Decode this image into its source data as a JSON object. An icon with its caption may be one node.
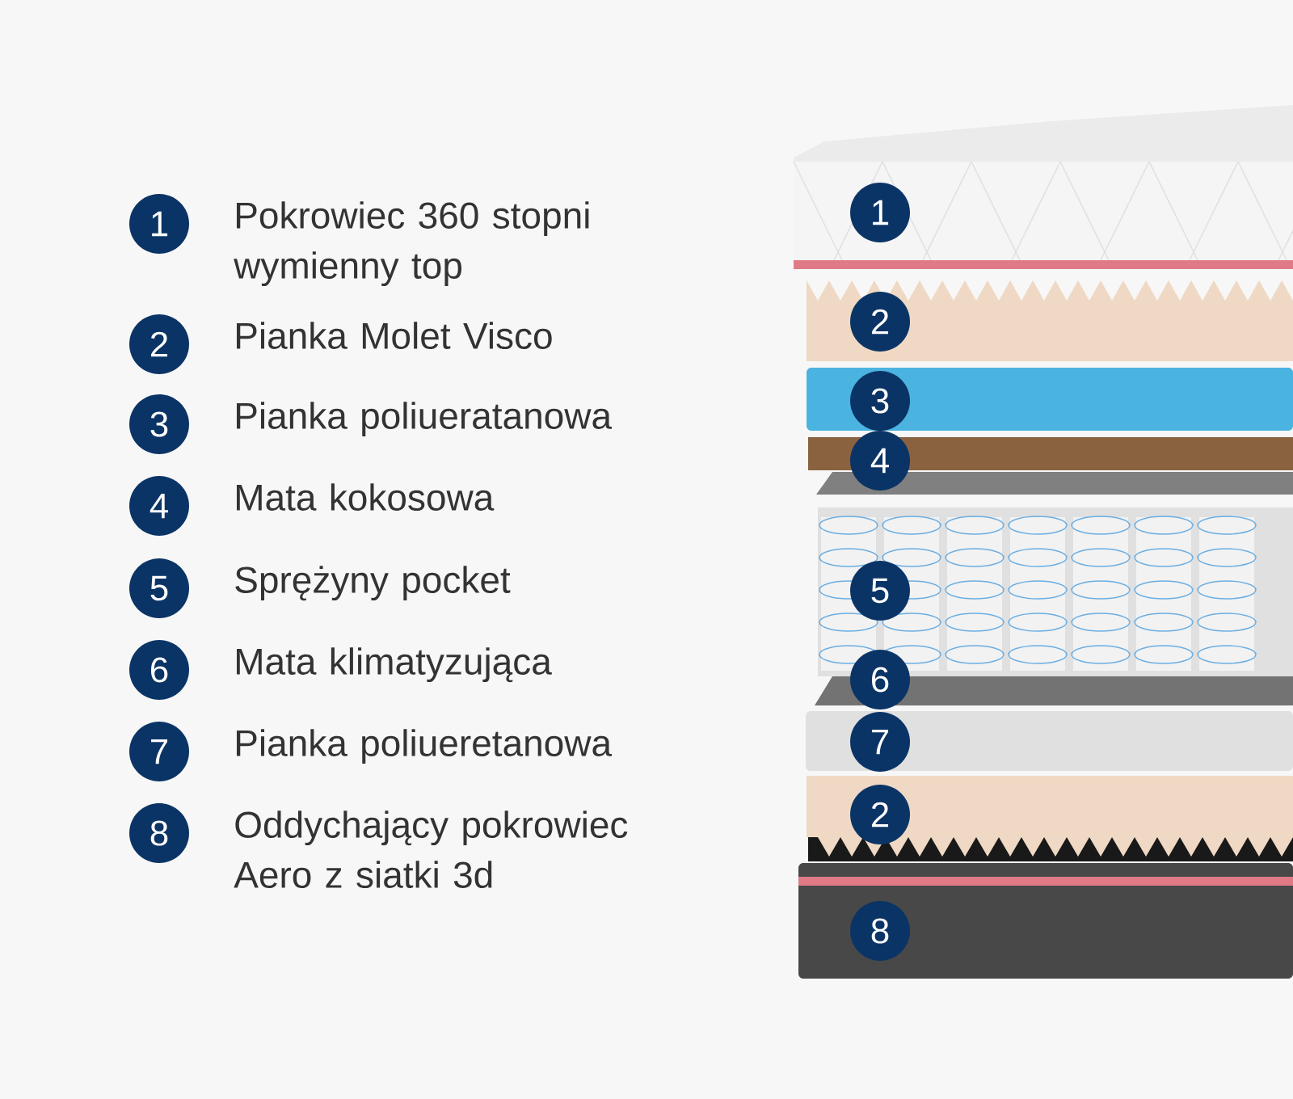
{
  "diagram": {
    "nodes": [
      {
        "text": [
          "1"
        ],
        "beside": [
          "Pokrowiec 360 stopni wymienny top"
        ]
      },
      {
        "text": [
          "2"
        ],
        "beside": [
          "Pianka Molet Visco"
        ]
      },
      {
        "text": [
          "3"
        ],
        "beside": [
          "Pianka poliueratanowa"
        ]
      },
      {
        "text": [
          "4"
        ],
        "beside": [
          "Mata kokosowa"
        ]
      },
      {
        "text": [
          "5"
        ],
        "beside": [
          "Sprężyny pocket"
        ]
      },
      {
        "text": [
          "6"
        ],
        "beside": [
          "Mata klimatyzująca"
        ]
      },
      {
        "text": [
          "7"
        ],
        "beside": [
          "Pianka poliueretanowa"
        ]
      },
      {
        "text": [
          "8"
        ],
        "beside": [
          "Oddychający pokrowiec Aero z siatki 3d"
        ]
      },
      {
        "text": [
          "1"
        ]
      },
      {
        "text": [
          "2"
        ]
      },
      {
        "text": [
          "3"
        ]
      },
      {
        "text": [
          "4"
        ]
      },
      {
        "text": [
          "5"
        ]
      },
      {
        "text": [
          "6"
        ]
      },
      {
        "text": [
          "7"
        ]
      },
      {
        "text": [
          "2"
        ]
      },
      {
        "text": [
          "8"
        ]
      }
    ]
  }
}
